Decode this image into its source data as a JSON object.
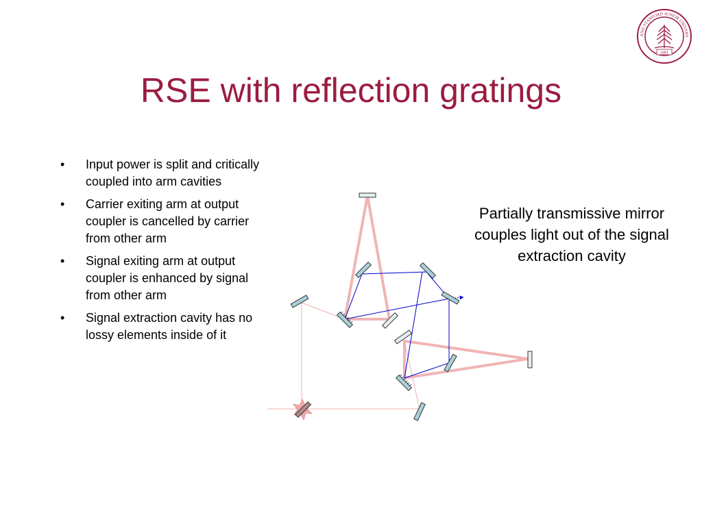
{
  "slide": {
    "title": "RSE with reflection gratings",
    "bullets": [
      "Input power is split and critically coupled into arm cavities",
      "Carrier exiting arm at output coupler is cancelled by carrier from other arm",
      "Signal exiting arm at output coupler is enhanced by signal from other arm",
      "Signal extraction cavity has no lossy elements inside of it"
    ],
    "bullet_symbol": "•",
    "caption": "Partially transmissive mirror couples light out of the signal extraction cavity"
  },
  "seal": {
    "text_top": "LELAND STANFORD JUNIOR UNIVERSITY",
    "year": "1891",
    "color": "#9b1c41"
  },
  "colors": {
    "title": "#9b1c41",
    "arm_beam": "#f0b4b4",
    "signal_beam": "#0000cc",
    "mirror_fill": "#a8d0da",
    "mirror_stroke": "#333333"
  },
  "icons": [
    "beamsplitter-icon",
    "mirror-icon",
    "grating-icon",
    "laser-flash-icon",
    "arrow-icon"
  ]
}
